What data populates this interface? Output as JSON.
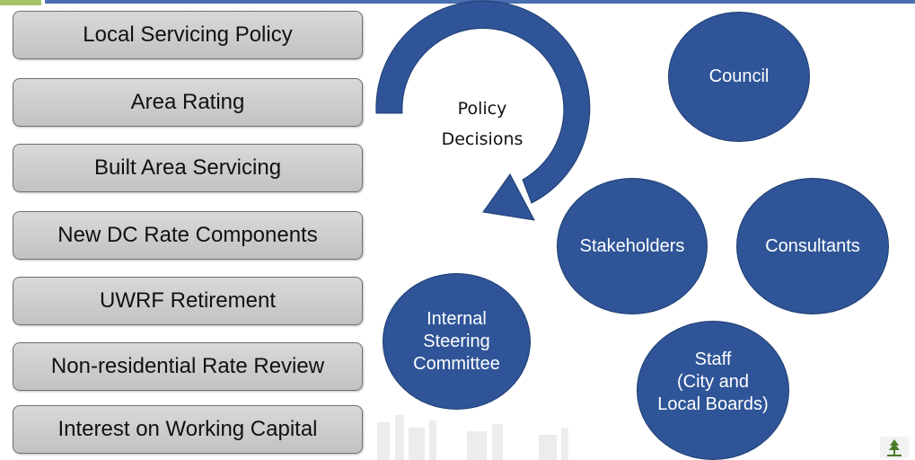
{
  "boxes": {
    "b1": "Local Servicing Policy",
    "b2": "Area Rating",
    "b3": "Built Area Servicing",
    "b4": "New DC Rate Components",
    "b5": "UWRF Retirement",
    "b6": "Non-residential Rate Review",
    "b7": "Interest on Working Capital"
  },
  "cycle_label": {
    "line1": "Policy",
    "line2": "Decisions"
  },
  "bubbles": {
    "council": "Council",
    "stakeholders": "Stakeholders",
    "consultants": "Consultants",
    "steering": {
      "line1": "Internal",
      "line2": "Steering",
      "line3": "Committee"
    },
    "staff": {
      "line1": "Staff",
      "line2": "(City and",
      "line3": "Local Boards)"
    }
  },
  "colors": {
    "bubble_fill": "#2f5598",
    "arrow_fill": "#2f5598",
    "box_fill": "#d0d0d0",
    "top_bar": "#4a6fb0"
  }
}
